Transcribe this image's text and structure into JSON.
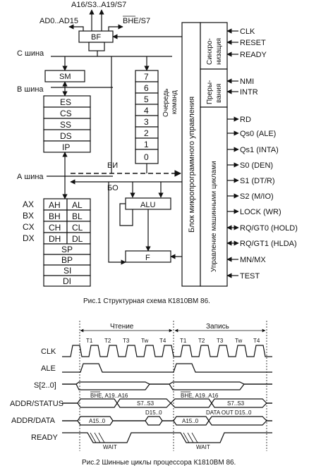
{
  "fig1": {
    "caption": "Рис.1 Структурная схема К1810ВМ 86.",
    "bf_label": "BF",
    "top_bus_1": "A16/S3..A19/S7",
    "top_bus_2": "AD0..AD15",
    "top_bus_3": "BHE/S7",
    "bus_c": "С шина",
    "bus_b": "В шина",
    "bus_a": "А шина",
    "sm_label": "SM",
    "seg_regs": [
      "ES",
      "CS",
      "SS",
      "DS",
      "IP"
    ],
    "queue_cells": [
      "7",
      "6",
      "5",
      "4",
      "3",
      "2",
      "1",
      "0"
    ],
    "queue_label_1": "Очередь",
    "queue_label_2": "команд",
    "bi_label": "БИ",
    "bo_label": "БО",
    "alu_label": "ALU",
    "f_label": "F",
    "gp_names": [
      "AX",
      "BX",
      "CX",
      "DX"
    ],
    "gp_regs": [
      [
        "AH",
        "AL"
      ],
      [
        "BH",
        "BL"
      ],
      [
        "CH",
        "CL"
      ],
      [
        "DH",
        "DL"
      ]
    ],
    "ptr_regs": [
      "SP",
      "BP",
      "SI",
      "DI"
    ],
    "ctrl_unit_label": "Блок микропрограммного управления",
    "sync_label_1": "Синхро-",
    "sync_label_2": "низация",
    "intr_label_1": "Преры-",
    "intr_label_2": "вания",
    "cycles_label": "Управление машинными циклами",
    "sync_signals": [
      "CLK",
      "RESET",
      "READY"
    ],
    "intr_signals": [
      "NMI",
      "INTR"
    ],
    "cycle_signals": [
      "RD",
      "Qs0 (ALE)",
      "Qs1 (INTA)",
      "S0 (DEN)",
      "S1 (DT/R)",
      "S2 (M/IO)",
      "LOCK (WR)",
      "RQ/GT0 (HOLD)",
      "RQ/GT1 (HLDA)",
      "MN/MX",
      "TEST"
    ]
  },
  "fig2": {
    "caption": "Рис.2 Шинные циклы процессора К1810ВМ 86.",
    "read_label": "Чтение",
    "write_label": "Запись",
    "t_states": [
      "T1",
      "T2",
      "T3",
      "Tw",
      "T4"
    ],
    "signals": [
      "CLK",
      "ALE",
      "S[2..0]",
      "ADDR/STATUS",
      "ADDR/DATA",
      "READY"
    ],
    "read_status_1": "BHE, A19..A16",
    "read_status_2": "S7..S3",
    "read_addr": "A15..0",
    "read_data": "D15..0",
    "write_status_1": "BHE, A19..A16",
    "write_status_2": "S7..S3",
    "write_addr": "A15..0",
    "write_data": "DATA OUT D15..0",
    "wait_label": "WAIT"
  }
}
